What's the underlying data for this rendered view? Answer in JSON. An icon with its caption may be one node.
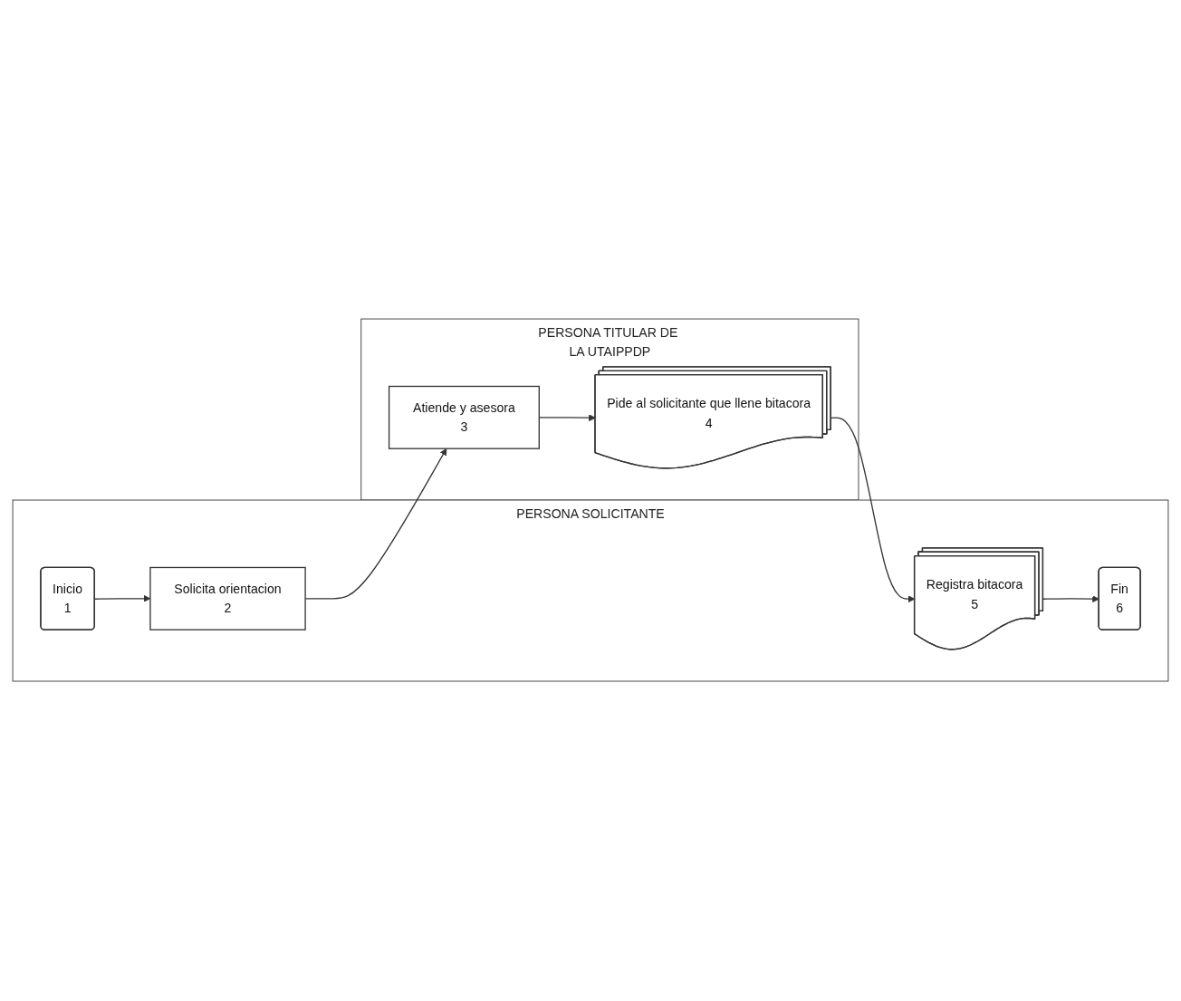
{
  "diagram": {
    "nodes": [
      {
        "text": [
          "PERSONA SOLICITANTE"
        ]
      },
      {
        "text": [
          "Inicio",
          "1"
        ],
        "in": 0
      },
      {
        "text": [
          "Solicita orientacion",
          "2"
        ],
        "in": 0
      },
      {
        "text": [
          "Registra bitacora",
          "5"
        ],
        "in": 0
      },
      {
        "text": [
          "Fin",
          "6"
        ],
        "in": 0
      },
      {
        "text": [
          "PERSONA TITULAR DE LA UTAIPPDP"
        ]
      },
      {
        "text": [
          "Atiende y asesora",
          "3"
        ],
        "in": 5
      },
      {
        "text": [
          "Pide al solicitante que llene bitacora",
          "4"
        ],
        "in": 5
      }
    ],
    "edges": [
      {
        "from": 1,
        "to": 2,
        "arrow": "to"
      },
      {
        "from": 2,
        "to": 6,
        "arrow": "to"
      },
      {
        "from": 6,
        "to": 7,
        "arrow": "to"
      },
      {
        "from": 7,
        "to": 3,
        "arrow": "to"
      },
      {
        "from": 3,
        "to": 4,
        "arrow": "to"
      }
    ]
  }
}
